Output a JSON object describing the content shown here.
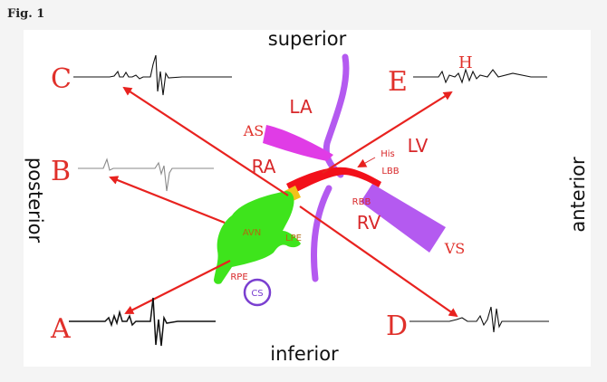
{
  "figure": {
    "label": "Fig. 1"
  },
  "directions": {
    "superior": "superior",
    "inferior": "inferior",
    "posterior": "posterior",
    "anterior": "anterior"
  },
  "leads": {
    "a": "A",
    "b": "B",
    "c": "C",
    "d": "D",
    "e": "E",
    "h": "H"
  },
  "structures": {
    "la": "LA",
    "ra": "RA",
    "lv": "LV",
    "rv": "RV",
    "as": "AS",
    "vs": "VS",
    "cs": "CS",
    "avn": "AVN",
    "lpe": "LPE",
    "rpe": "RPE",
    "his": "His",
    "lbb": "LBB",
    "rbb": "RBB"
  },
  "colors": {
    "arrow": "#e8221f",
    "septum": "#b45af0",
    "septum_magenta": "#e03ce6",
    "avn": "#3ee41c",
    "his_bundle": "#f2101a",
    "compact_node": "#f2c21a",
    "trace": "#111111",
    "trace_light": "#8a8a8a"
  }
}
